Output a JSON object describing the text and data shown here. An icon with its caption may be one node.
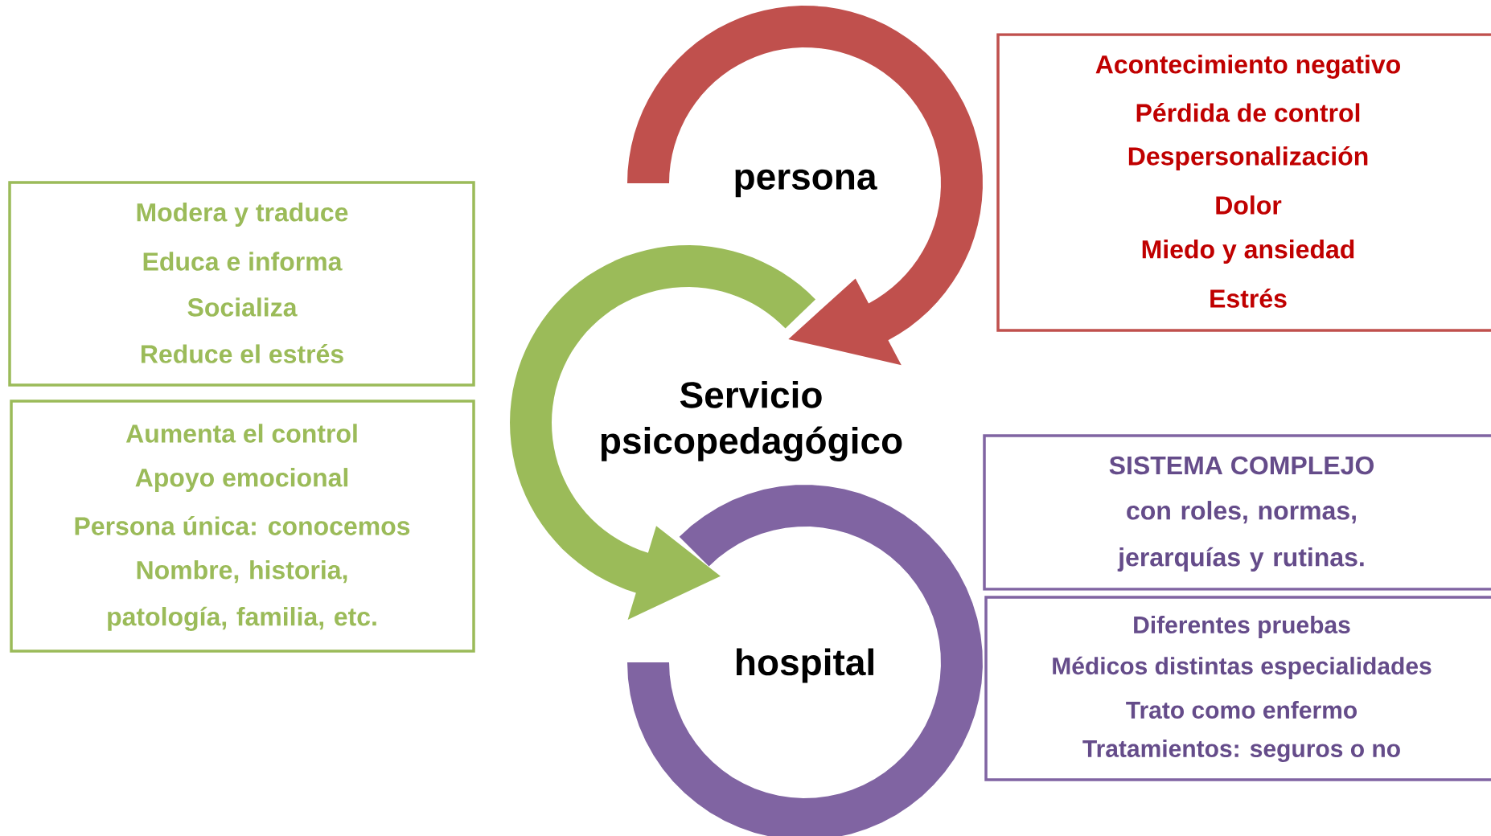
{
  "diagram": {
    "nodes": [
      {
        "text": [
          "persona"
        ]
      },
      {
        "text": [
          "Acontecimiento negativo",
          "Pérdida de control",
          "Despersonalización",
          "Dolor",
          "Miedo y ansiedad",
          "Estrés"
        ]
      },
      {
        "text": [
          "Modera y traduce",
          "Educa e informa",
          "Socializa",
          "Reduce el estrés"
        ]
      },
      {
        "text": [
          "Aumenta el control",
          "Apoyo emocional",
          "Persona única: conocemos",
          "Nombre, historia, patología, familia, etc."
        ]
      },
      {
        "text": [
          "Servicio psicopedagógico"
        ]
      },
      {
        "text": [
          "SISTEMA COMPLEJO",
          "con roles, normas, jerarquías y rutinas."
        ]
      },
      {
        "text": [
          "hospital"
        ]
      },
      {
        "text": [
          "Diferentes pruebas",
          "Médicos distintas especialidades",
          "Trato como enfermo",
          "Tratamientos: seguros o no"
        ]
      }
    ],
    "edges": [
      {
        "from": 0,
        "to": 4,
        "arrow": "to"
      },
      {
        "from": 4,
        "to": 6,
        "arrow": "to"
      }
    ]
  }
}
